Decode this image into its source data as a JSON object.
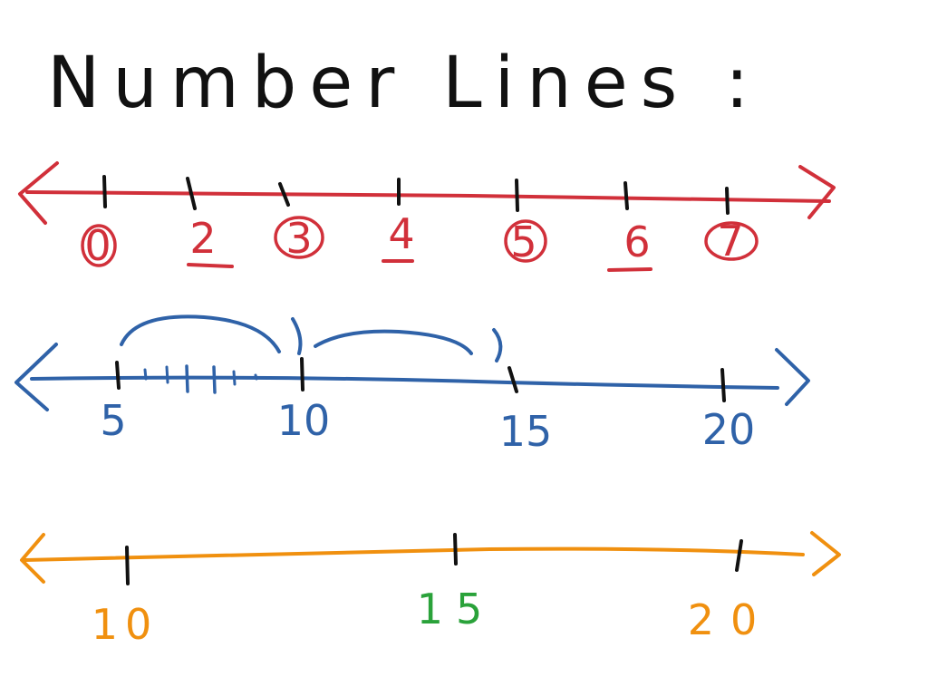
{
  "title": "Number Lines :",
  "colors": {
    "ink": "#111111",
    "red": "#d1303a",
    "blue": "#2f62a8",
    "orange": "#f0900f",
    "green": "#2aa23a"
  },
  "lines": [
    {
      "color": "red",
      "labels": [
        "0",
        "2",
        "3",
        "4",
        "5",
        "6",
        "7"
      ],
      "circled": [
        true,
        false,
        true,
        false,
        true,
        false,
        true
      ],
      "underlined": [
        false,
        true,
        false,
        true,
        false,
        true,
        false
      ]
    },
    {
      "color": "blue",
      "labels": [
        "5",
        "10",
        "15",
        "20"
      ]
    },
    {
      "color": "orange",
      "labels": [
        "10",
        "15",
        "20"
      ],
      "label_colors": [
        "orange",
        "green",
        "orange"
      ]
    }
  ]
}
